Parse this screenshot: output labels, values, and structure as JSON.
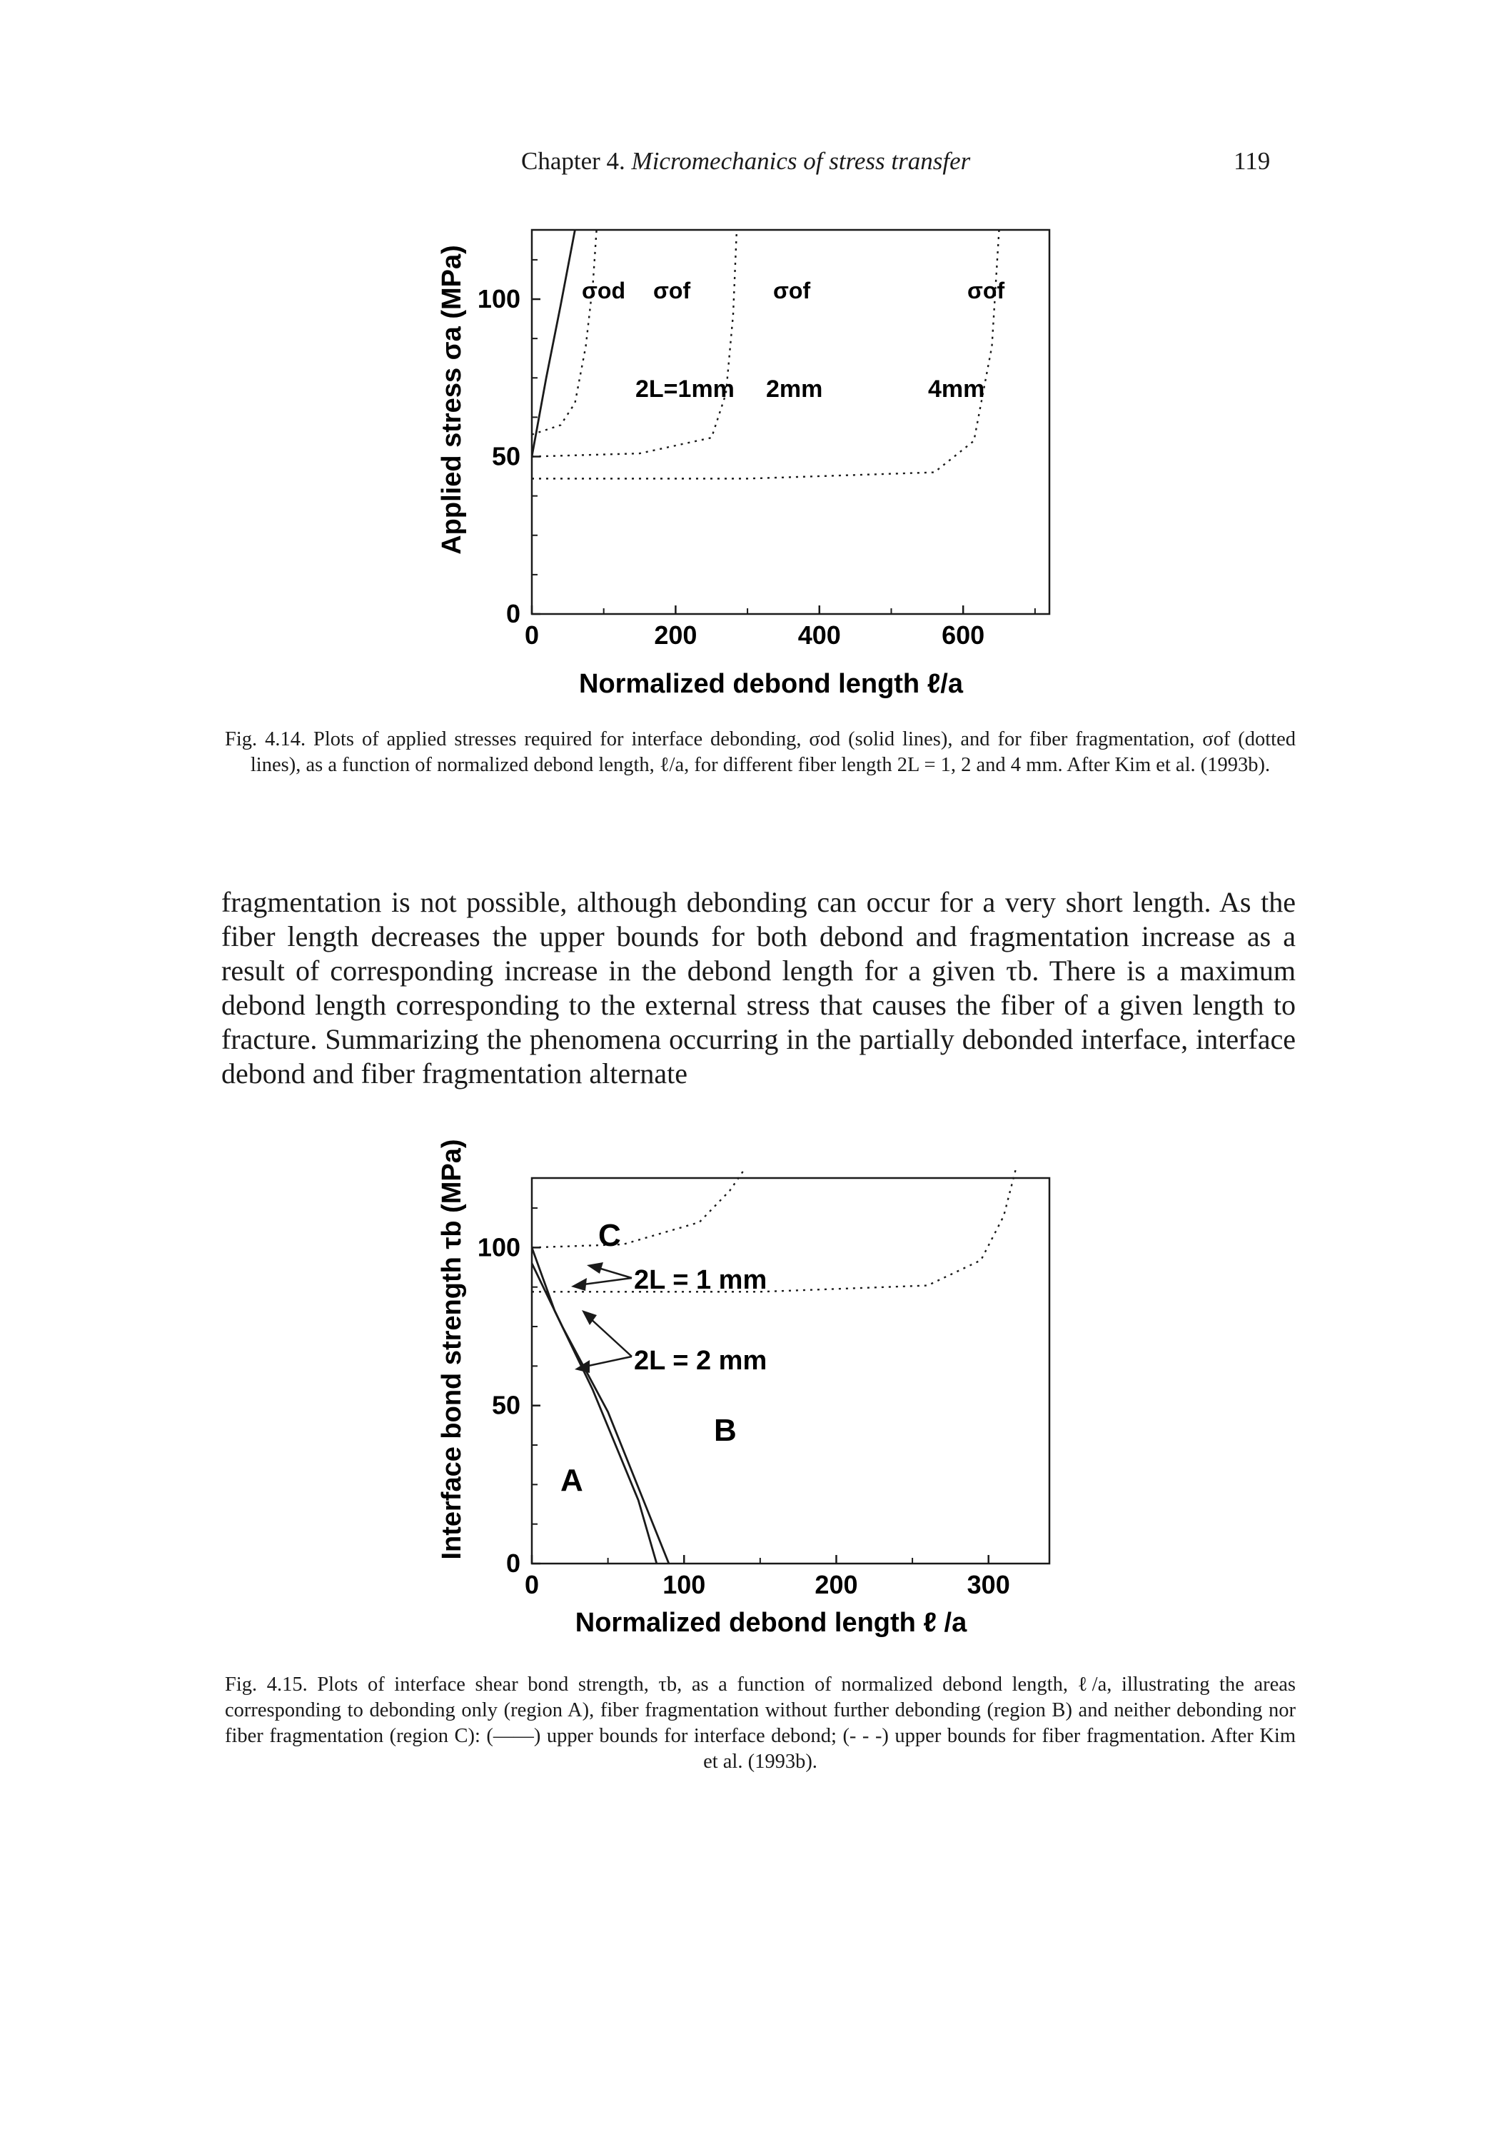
{
  "header": {
    "chapter_prefix": "Chapter 4.",
    "chapter_title": "Micromechanics of stress transfer",
    "page_number": "119"
  },
  "figure_414": {
    "caption": "Fig. 4.14. Plots of applied stresses required for interface debonding, σod (solid lines), and for fiber fragmentation, σof (dotted lines), as a function of normalized debond length, ℓ/a, for different fiber length 2L = 1, 2 and 4 mm. After Kim et al. (1993b).",
    "xlabel": "Normalized debond length  ℓ/a",
    "ylabel": "Applied stress σa (MPa)",
    "annotations": [
      "σod",
      "σof",
      "σof",
      "σof",
      "2L=1mm",
      "2mm",
      "4mm"
    ]
  },
  "figure_415": {
    "caption": "Fig. 4.15. Plots of interface shear bond strength, τb, as a function of normalized debond length, ℓ/a, illustrating the areas corresponding to debonding only (region A), fiber fragmentation without further debonding (region B) and neither debonding nor fiber fragmentation (region C): (——) upper bounds for interface debond; (- - -) upper bounds for fiber fragmentation. After Kim et al. (1993b).",
    "xlabel": "Normalized debond length  ℓ /a",
    "ylabel": "Interface bond strength τb (MPa)",
    "annotations": [
      "C",
      "2L = 1 mm",
      "2L = 2 mm",
      "B",
      "A"
    ]
  },
  "body_paragraph": "fragmentation is not possible, although debonding can occur for a very short length. As the fiber length decreases the upper bounds for both debond and fragmentation increase as a result of corresponding increase in the debond length for a given τb. There is a maximum debond length corresponding to the external stress that causes the fiber of a given length to fracture. Summarizing the phenomena occurring in the partially debonded interface, interface debond and fiber fragmentation alternate",
  "chart_data": [
    {
      "type": "line",
      "title": "",
      "xlabel": "Normalized debond length ℓ/a",
      "ylabel": "Applied stress σa (MPa)",
      "xlim": [
        0,
        720
      ],
      "ylim": [
        0,
        122
      ],
      "xticks": [
        0,
        200,
        400,
        600
      ],
      "yticks": [
        0,
        50,
        100
      ],
      "grid": false,
      "series": [
        {
          "name": "σod",
          "style": "solid",
          "x": [
            0,
            20,
            40,
            60
          ],
          "y": [
            50,
            75,
            98,
            122
          ]
        },
        {
          "name": "σof 2L=1mm",
          "style": "dotted",
          "x": [
            0,
            40,
            60,
            75,
            85,
            90
          ],
          "y": [
            57,
            60,
            67,
            85,
            105,
            122
          ]
        },
        {
          "name": "σof 2L=2mm",
          "style": "dotted",
          "x": [
            0,
            150,
            250,
            270,
            280,
            285
          ],
          "y": [
            50,
            51,
            56,
            70,
            95,
            122
          ]
        },
        {
          "name": "σof 4mm",
          "style": "dotted",
          "x": [
            0,
            300,
            560,
            615,
            640,
            650
          ],
          "y": [
            43,
            43,
            45,
            55,
            85,
            122
          ]
        }
      ]
    },
    {
      "type": "line",
      "title": "",
      "xlabel": "Normalized debond length ℓ/a",
      "ylabel": "Interface bond strength τb (MPa)",
      "xlim": [
        0,
        340
      ],
      "ylim": [
        0,
        122
      ],
      "xticks": [
        0,
        100,
        200,
        300
      ],
      "yticks": [
        0,
        50,
        100
      ],
      "grid": false,
      "series": [
        {
          "name": "debond 2L=1mm",
          "style": "solid",
          "x": [
            0,
            15,
            40,
            70,
            82
          ],
          "y": [
            100,
            80,
            55,
            20,
            0
          ]
        },
        {
          "name": "debond 2L=2mm",
          "style": "solid",
          "x": [
            0,
            20,
            50,
            80,
            90
          ],
          "y": [
            95,
            75,
            48,
            12,
            0
          ]
        },
        {
          "name": "fragmentation 2L=1mm",
          "style": "dotted",
          "x": [
            0,
            60,
            110,
            130,
            140
          ],
          "y": [
            100,
            101,
            108,
            118,
            125
          ]
        },
        {
          "name": "fragmentation 2L=2mm",
          "style": "dotted",
          "x": [
            0,
            150,
            260,
            295,
            310,
            318
          ],
          "y": [
            86,
            86,
            88,
            96,
            110,
            125
          ]
        }
      ]
    }
  ]
}
